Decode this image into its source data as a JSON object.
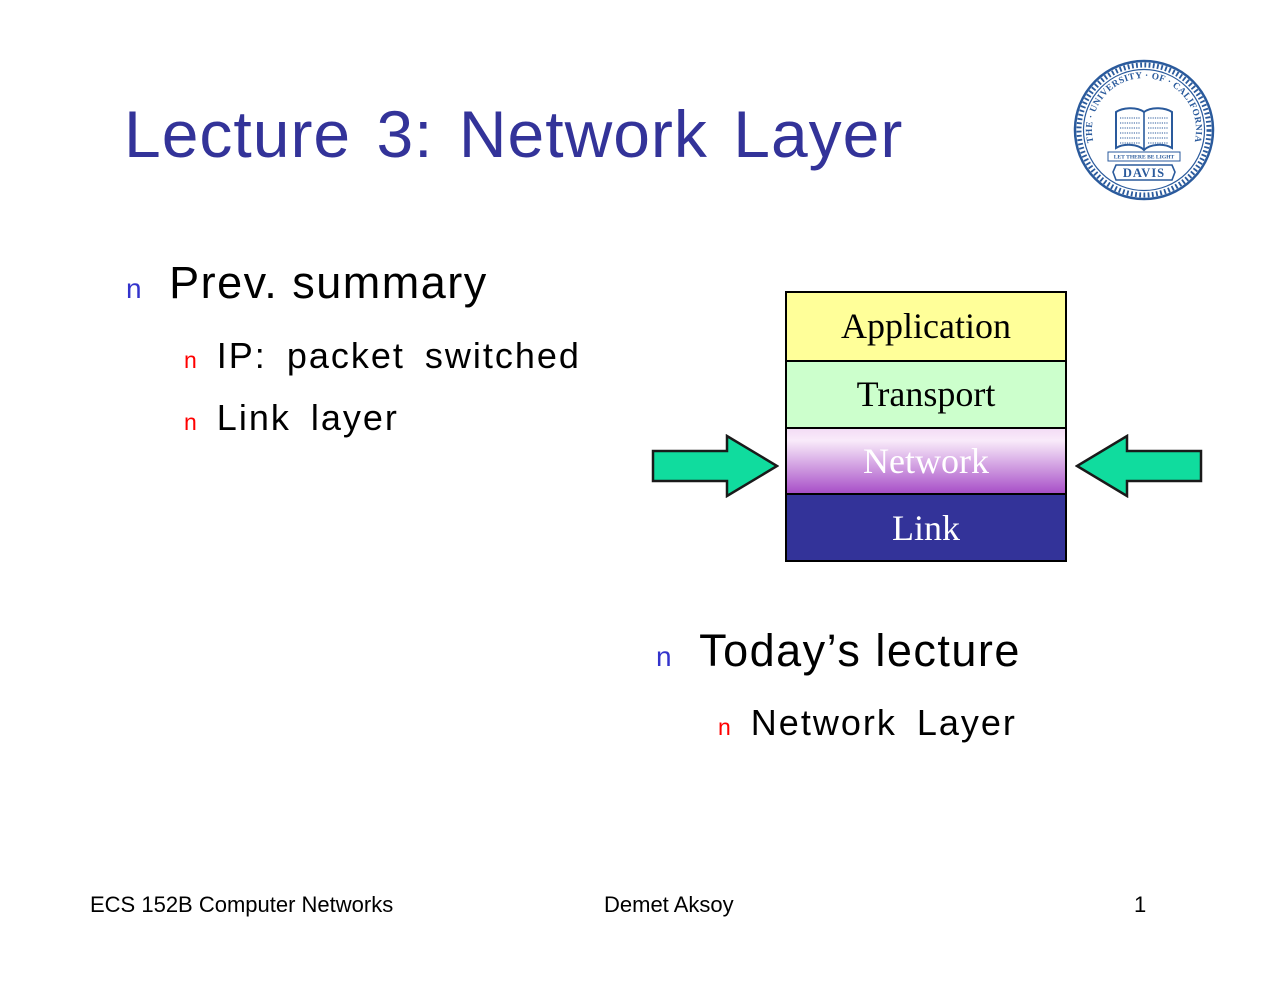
{
  "slide": {
    "title": "Lecture 3: Network Layer",
    "bullets": {
      "prev_header": {
        "marker": "n",
        "label": "Prev. summary"
      },
      "prev_items": [
        {
          "marker": "n",
          "label": "IP: packet switched"
        },
        {
          "marker": "n",
          "label": "Link layer"
        }
      ],
      "today_header": {
        "marker": "n",
        "label": "Today’s lecture"
      },
      "today_items": [
        {
          "marker": "n",
          "label": "Network Layer"
        }
      ]
    },
    "diagram": {
      "layers": [
        {
          "label": "Application",
          "fill": "#FFFF99"
        },
        {
          "label": "Transport",
          "fill": "#CCFFCC"
        },
        {
          "label": "Network",
          "fill_top": "#F3DCF5",
          "fill_bottom": "#A850C8"
        },
        {
          "label": "Link",
          "fill": "#333399"
        }
      ],
      "arrow_color": "#10DC9E"
    },
    "seal": {
      "ring_text": "THE · UNIVERSITY · OF · CALIFORNIA",
      "banner_text": "LET THERE BE LIGHT",
      "city": "DAVIS",
      "color": "#2A5A9C"
    },
    "footer": {
      "course": "ECS 152B Computer Networks",
      "author": "Demet Aksoy",
      "page": "1"
    },
    "colors": {
      "title": "#333399",
      "bullet_level1": "#3333CC",
      "bullet_level2": "#FF0000"
    }
  }
}
